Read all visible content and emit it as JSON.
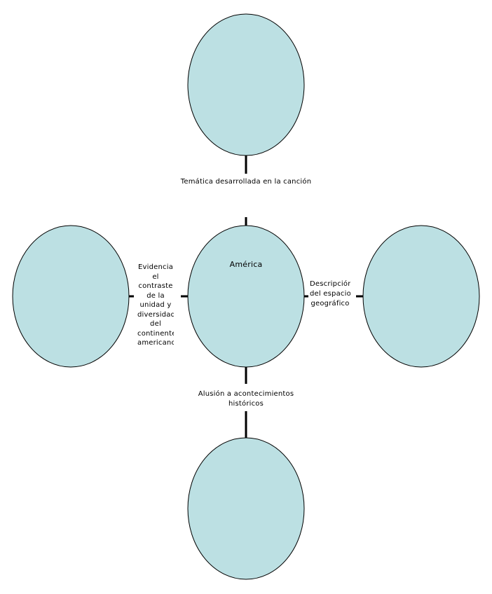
{
  "colors": {
    "node_fill": "#bce0e3",
    "stroke": "#000000"
  },
  "nodes": {
    "center": {
      "label": "América"
    },
    "top": {
      "label": ""
    },
    "left": {
      "label": ""
    },
    "right": {
      "label": ""
    },
    "bottom": {
      "label": ""
    }
  },
  "connectors": {
    "top": "Temática desarrollada en la canción",
    "left": [
      "Evidencia",
      "el",
      "contraste",
      "de la",
      "unidad y",
      "diversidad",
      "del",
      "continente",
      "americano"
    ],
    "right": [
      "Descripción",
      "del espacio",
      "geográfico"
    ],
    "bottom": [
      "Alusión a acontecimientos",
      "históricos"
    ]
  }
}
